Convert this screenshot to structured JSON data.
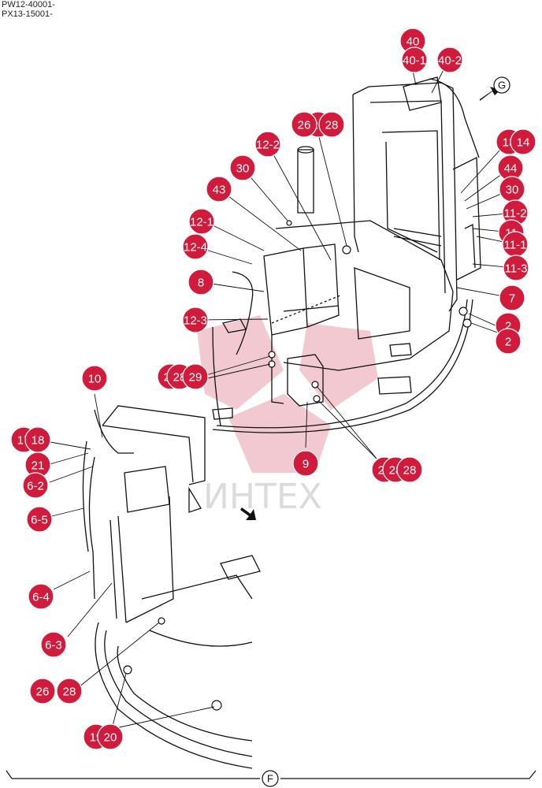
{
  "header": {
    "line1": "PW12-40001-",
    "line2": "PX13-15001-"
  },
  "watermark": "ИНТЕХ",
  "view_markers": {
    "top_right": "G",
    "bottom": "F"
  },
  "colors": {
    "callout": "#d01b3c",
    "callout_text": "#ffffff",
    "line_art": "#111111",
    "watermark": "#c8102e"
  },
  "callouts": [
    "40",
    "40-1",
    "40-2",
    "27",
    "26",
    "28",
    "12-2",
    "30",
    "43",
    "12-1",
    "12-4",
    "8",
    "12-3",
    "13",
    "14",
    "44",
    "30",
    "11-2",
    "11",
    "11-1",
    "11-3",
    "7",
    "2",
    "2",
    "26",
    "28",
    "29",
    "9",
    "26",
    "28",
    "28",
    "10",
    "17",
    "18",
    "21",
    "6-2",
    "6-5",
    "6-4",
    "6-3",
    "26",
    "28",
    "19",
    "20"
  ]
}
